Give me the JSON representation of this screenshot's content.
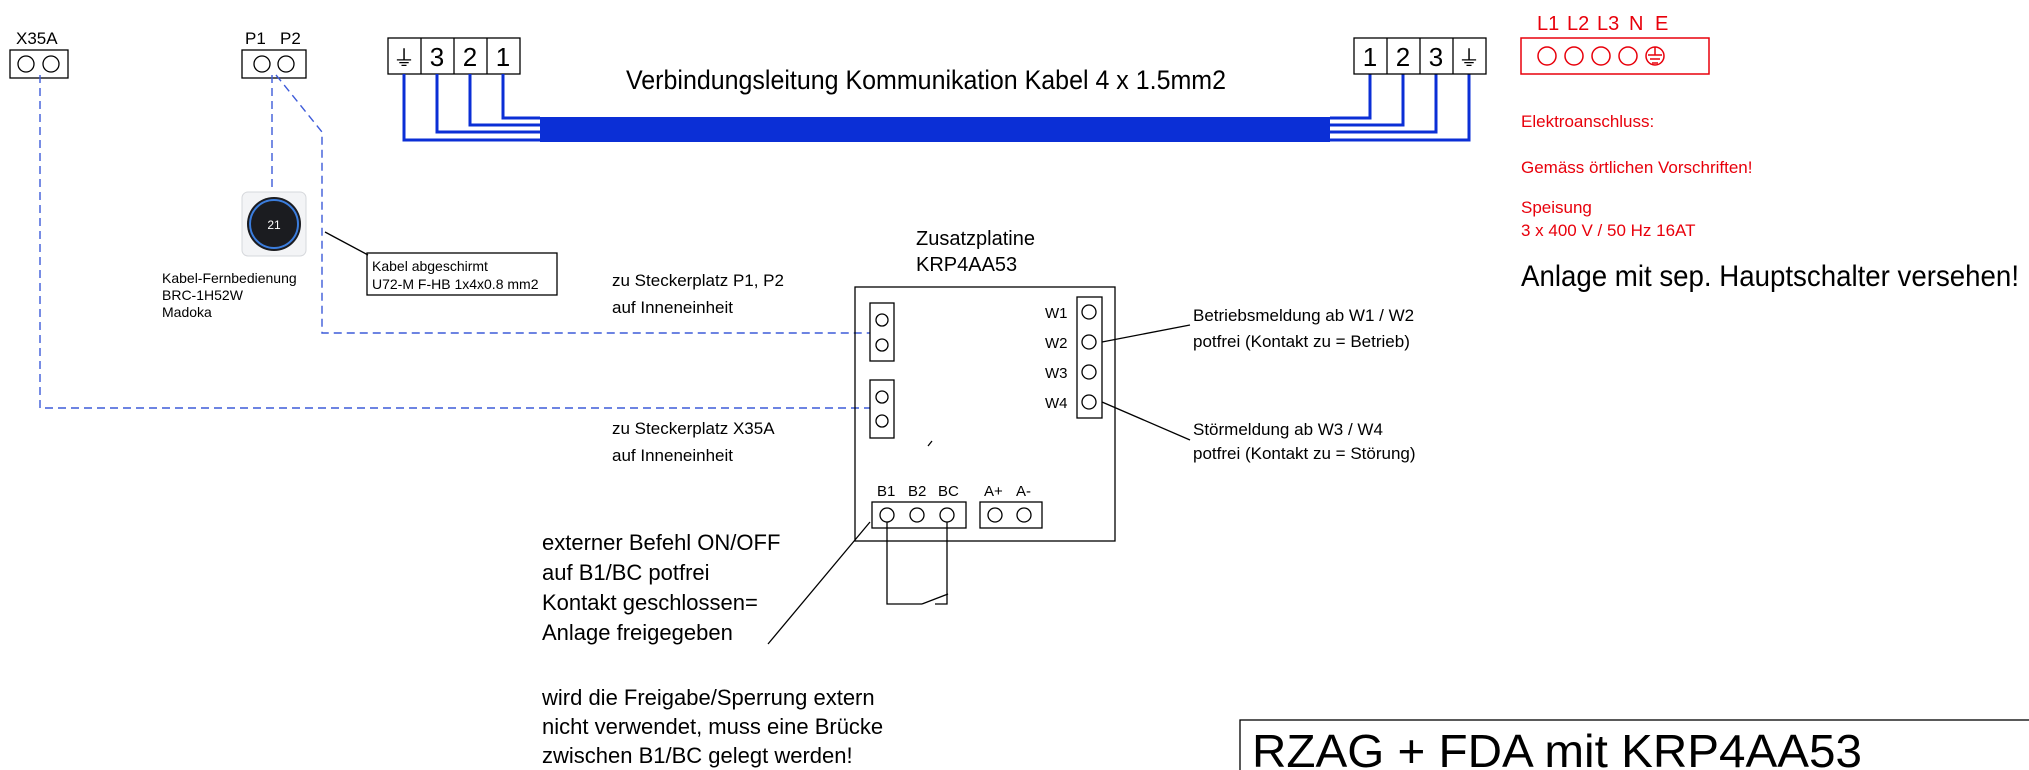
{
  "connectors": {
    "x35a": {
      "label": "X35A"
    },
    "p1p2": {
      "label_p1": "P1",
      "label_p2": "P2"
    }
  },
  "cable": {
    "label": "Verbindungsleitung Kommunikation Kabel 4 x 1.5mm2",
    "left_terminals": [
      "⏚",
      "3",
      "2",
      "1"
    ],
    "right_terminals": [
      "1",
      "2",
      "3",
      "⏚"
    ],
    "color": "#0b2fd6"
  },
  "power": {
    "terminal_labels": [
      "L1",
      "L2",
      "L3",
      "N",
      "E"
    ],
    "title": "Elektroanschluss:",
    "regulation": "Gemäss örtlichen Vorschriften!",
    "supply_title": "Speisung",
    "supply_value": "3 x 400 V / 50 Hz 16AT",
    "main_switch_note": "Anlage mit sep. Hauptschalter versehen!",
    "color": "#e8000b"
  },
  "remote": {
    "display_value": "21",
    "label_line1": "Kabel-Fernbedienung",
    "label_line2": "BRC-1H52W",
    "label_line3": "Madoka"
  },
  "cable_note": {
    "line1": "Kabel abgeschirmt",
    "line2": "U72-M F-HB 1x4x0.8 mm2"
  },
  "board": {
    "title_line1": "Zusatzplatine",
    "title_line2": "KRP4AA53",
    "w_terminals": [
      "W1",
      "W2",
      "W3",
      "W4"
    ],
    "b_terminals": [
      "B1",
      "B2",
      "BC"
    ],
    "a_terminals": [
      "A+",
      "A-"
    ]
  },
  "notes": {
    "p1p2_line1": "zu Steckerplatz P1, P2",
    "p1p2_line2": "auf Inneneinheit",
    "x35a_line1": "zu Steckerplatz X35A",
    "x35a_line2": "auf Inneneinheit",
    "operation_line1": "Betriebsmeldung ab W1 / W2",
    "operation_line2": "potfrei (Kontakt zu = Betrieb)",
    "fault_line1": "Störmeldung ab W3 / W4",
    "fault_line2": "potfrei (Kontakt zu = Störung)",
    "ext_line1": "externer Befehl ON/OFF",
    "ext_line2": "auf B1/BC potfrei",
    "ext_line3": "Kontakt geschlossen=",
    "ext_line4": "Anlage freigegeben",
    "bridge_line1": "wird die Freigabe/Sperrung extern",
    "bridge_line2": "nicht verwendet, muss eine Brücke",
    "bridge_line3": "zwischen B1/BC gelegt werden!"
  },
  "title_block": {
    "title": "RZAG + FDA mit KRP4AA53"
  }
}
